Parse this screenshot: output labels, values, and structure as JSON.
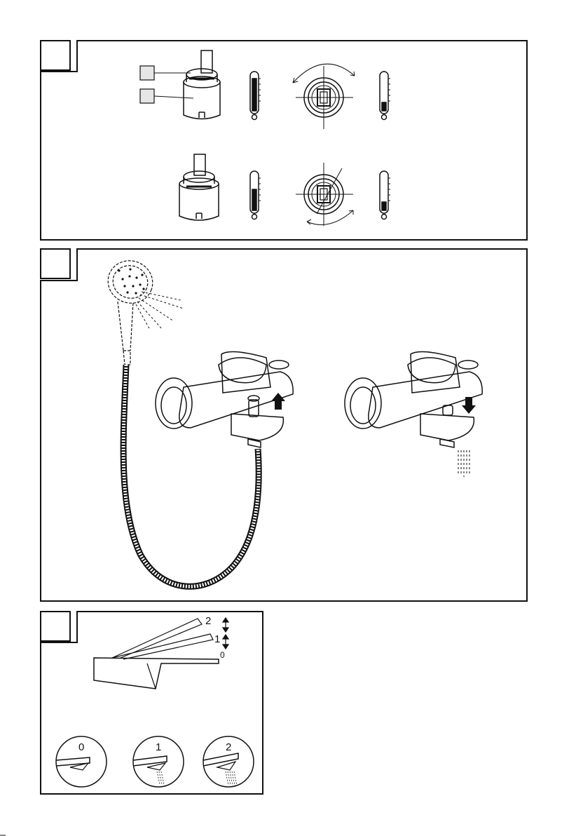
{
  "panel3": {
    "lever_positions": [
      "2",
      "1",
      "0"
    ],
    "circle_labels": [
      "0",
      "1",
      "2"
    ]
  }
}
